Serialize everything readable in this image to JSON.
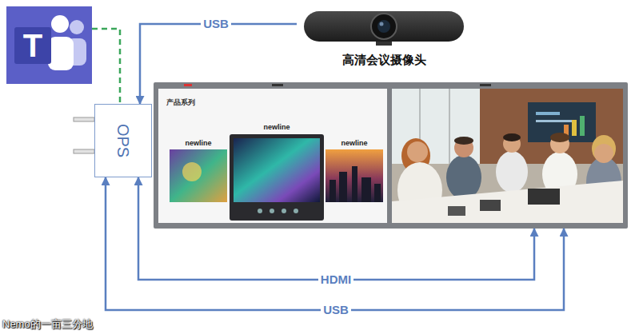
{
  "diagram": {
    "nodes": [
      {
        "text": [
          "T"
        ]
      },
      {
        "text": [
          "高清会议摄像头"
        ]
      },
      {
        "text": [
          "OPS"
        ]
      },
      {
        "text": [
          "产品系列"
        ]
      },
      {
        "text": [
          "newline"
        ],
        "in": 3
      },
      {
        "text": [
          "newline"
        ],
        "in": 3
      },
      {
        "text": [
          "newline"
        ],
        "in": 3
      }
    ],
    "edges": [
      {
        "from": 0,
        "to": 2,
        "arrow": "none"
      },
      {
        "from": 1,
        "to": 2,
        "label": "USB",
        "arrow": "to"
      },
      {
        "from": 2,
        "to": 3,
        "label": "HDMI",
        "arrow": "both"
      },
      {
        "from": 2,
        "to": 3,
        "label": "USB",
        "arrow": "both"
      }
    ],
    "labels": [
      "Nemo的一亩三分地"
    ]
  }
}
